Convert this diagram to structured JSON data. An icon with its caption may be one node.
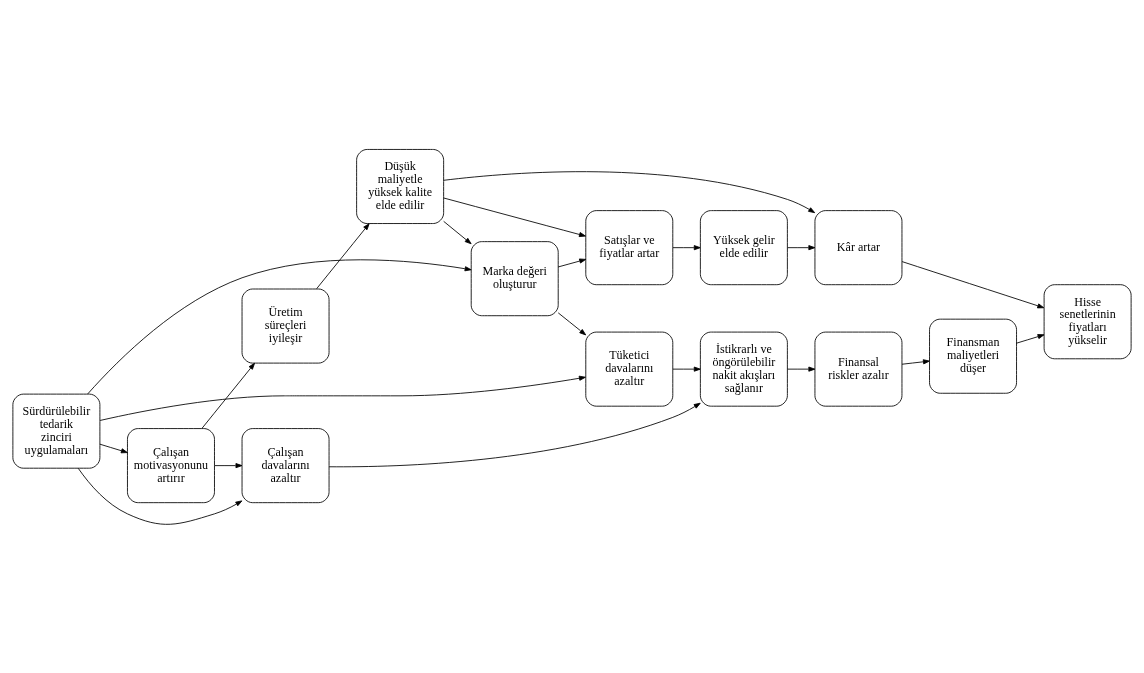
{
  "diagram": {
    "nodes": [
      {
        "text": [
          "Sürdürülebilir tedarik zinciri uygulamaları"
        ]
      },
      {
        "text": [
          "Marka değeri oluşturur"
        ]
      },
      {
        "text": [
          "Satışlar ve fiyatlar artar"
        ]
      },
      {
        "text": [
          "Yüksek gelir elde edilir"
        ]
      },
      {
        "text": [
          "Kâr artar"
        ]
      },
      {
        "text": [
          "Çalışan motivasyonunu artırır"
        ]
      },
      {
        "text": [
          "Üretim süreçleri iyileşir"
        ]
      },
      {
        "text": [
          "Düşük maliyetle yüksek kalite elde edilir"
        ]
      },
      {
        "text": [
          "Hisse senetlerinin fiyatları yükselir"
        ]
      },
      {
        "text": [
          "Tüketici davalarını azaltır"
        ]
      },
      {
        "text": [
          "İstikrarlı ve öngörülebilir nakit akışları sağlanır"
        ]
      },
      {
        "text": [
          "Finansal riskler azalır"
        ]
      },
      {
        "text": [
          "Finansman maliyetleri düşer"
        ]
      },
      {
        "text": [
          "Çalışan davalarını azaltır"
        ]
      }
    ],
    "edges": [
      {
        "from": 0,
        "to": 1,
        "arrow": "to"
      },
      {
        "from": 0,
        "to": 5,
        "arrow": "to"
      },
      {
        "from": 0,
        "to": 9,
        "arrow": "to"
      },
      {
        "from": 0,
        "to": 13,
        "arrow": "to"
      },
      {
        "from": 1,
        "to": 2,
        "arrow": "to"
      },
      {
        "from": 2,
        "to": 3,
        "arrow": "to"
      },
      {
        "from": 3,
        "to": 4,
        "arrow": "to"
      },
      {
        "from": 7,
        "to": 4,
        "arrow": "to"
      },
      {
        "from": 5,
        "to": 6,
        "arrow": "to"
      },
      {
        "from": 6,
        "to": 7,
        "arrow": "to"
      },
      {
        "from": 7,
        "to": 1,
        "arrow": "to"
      },
      {
        "from": 7,
        "to": 2,
        "arrow": "to"
      },
      {
        "from": 1,
        "to": 9,
        "arrow": "to"
      },
      {
        "from": 5,
        "to": 13,
        "arrow": "to"
      },
      {
        "from": 9,
        "to": 10,
        "arrow": "to"
      },
      {
        "from": 13,
        "to": 10,
        "arrow": "to"
      },
      {
        "from": 10,
        "to": 11,
        "arrow": "to"
      },
      {
        "from": 11,
        "to": 12,
        "arrow": "to"
      },
      {
        "from": 4,
        "to": 8,
        "arrow": "to"
      },
      {
        "from": 12,
        "to": 8,
        "arrow": "to"
      }
    ]
  }
}
